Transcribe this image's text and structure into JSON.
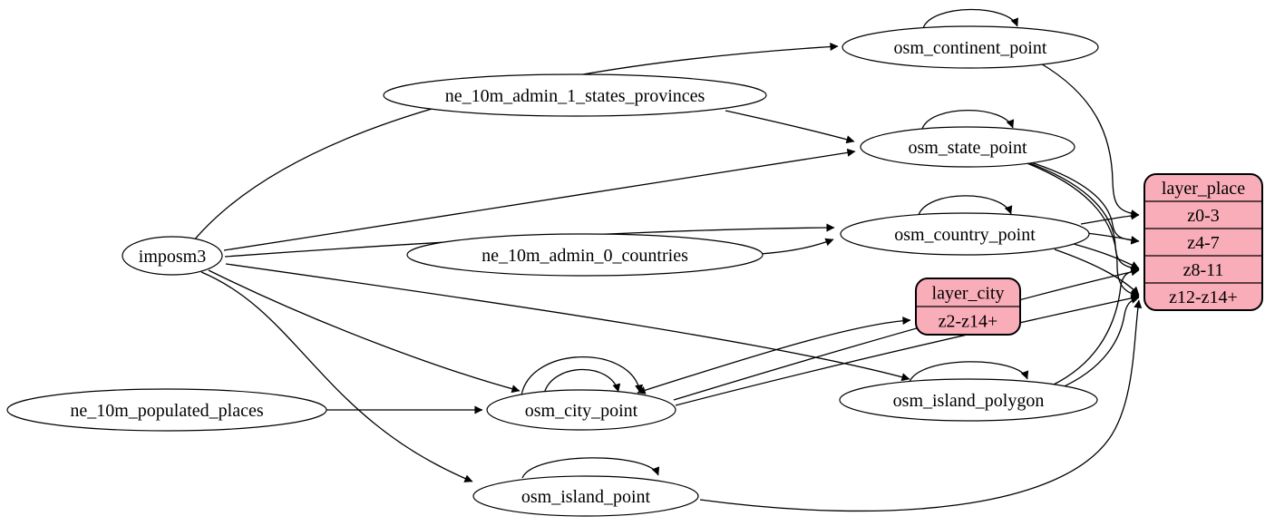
{
  "diagram": {
    "kind": "etl-graph",
    "background_color": "#ffffff",
    "table_node_fill": "#ffffff",
    "layer_node_fill": "#f9adb9",
    "edge_color": "#000000",
    "nodes": [
      {
        "id": "imposm3",
        "type": "ellipse",
        "label": "imposm3"
      },
      {
        "id": "ne_10m_admin_1_states_provinces",
        "type": "ellipse",
        "label": "ne_10m_admin_1_states_provinces"
      },
      {
        "id": "ne_10m_admin_0_countries",
        "type": "ellipse",
        "label": "ne_10m_admin_0_countries"
      },
      {
        "id": "ne_10m_populated_places",
        "type": "ellipse",
        "label": "ne_10m_populated_places"
      },
      {
        "id": "osm_continent_point",
        "type": "ellipse",
        "label": "osm_continent_point"
      },
      {
        "id": "osm_state_point",
        "type": "ellipse",
        "label": "osm_state_point"
      },
      {
        "id": "osm_country_point",
        "type": "ellipse",
        "label": "osm_country_point"
      },
      {
        "id": "osm_city_point",
        "type": "ellipse",
        "label": "osm_city_point"
      },
      {
        "id": "osm_island_polygon",
        "type": "ellipse",
        "label": "osm_island_polygon"
      },
      {
        "id": "osm_island_point",
        "type": "ellipse",
        "label": "osm_island_point"
      },
      {
        "id": "layer_city",
        "type": "record",
        "title": "layer_city",
        "rows": [
          "z2-z14+"
        ]
      },
      {
        "id": "layer_place",
        "type": "record",
        "title": "layer_place",
        "rows": [
          "z0-3",
          "z4-7",
          "z8-11",
          "z12-z14+"
        ]
      }
    ],
    "edges": [
      {
        "from": "imposm3",
        "to": "osm_continent_point"
      },
      {
        "from": "imposm3",
        "to": "osm_state_point"
      },
      {
        "from": "imposm3",
        "to": "osm_country_point"
      },
      {
        "from": "imposm3",
        "to": "osm_city_point"
      },
      {
        "from": "imposm3",
        "to": "osm_island_point"
      },
      {
        "from": "imposm3",
        "to": "osm_island_polygon"
      },
      {
        "from": "ne_10m_admin_1_states_provinces",
        "to": "osm_state_point"
      },
      {
        "from": "ne_10m_admin_0_countries",
        "to": "osm_country_point"
      },
      {
        "from": "ne_10m_populated_places",
        "to": "osm_city_point"
      },
      {
        "from": "osm_continent_point",
        "to": "osm_continent_point",
        "self_loop": true
      },
      {
        "from": "osm_state_point",
        "to": "osm_state_point",
        "self_loop": true
      },
      {
        "from": "osm_country_point",
        "to": "osm_country_point",
        "self_loop": true
      },
      {
        "from": "osm_city_point",
        "to": "osm_city_point",
        "self_loop": true
      },
      {
        "from": "osm_city_point",
        "to": "osm_city_point",
        "self_loop": true,
        "n": 2
      },
      {
        "from": "osm_island_point",
        "to": "osm_island_point",
        "self_loop": true
      },
      {
        "from": "osm_island_polygon",
        "to": "osm_island_polygon",
        "self_loop": true
      },
      {
        "from": "osm_city_point",
        "to": "layer_city",
        "row": "z2-z14+",
        "bidirectional": true
      },
      {
        "from": "osm_continent_point",
        "to": "layer_place",
        "row": "z0-3"
      },
      {
        "from": "osm_country_point",
        "to": "layer_place",
        "row": "z0-3"
      },
      {
        "from": "osm_country_point",
        "to": "layer_place",
        "row": "z4-7"
      },
      {
        "from": "osm_country_point",
        "to": "layer_place",
        "row": "z8-11"
      },
      {
        "from": "osm_country_point",
        "to": "layer_place",
        "row": "z12-z14+"
      },
      {
        "from": "osm_state_point",
        "to": "layer_place",
        "row": "z4-7"
      },
      {
        "from": "osm_state_point",
        "to": "layer_place",
        "row": "z8-11"
      },
      {
        "from": "osm_state_point",
        "to": "layer_place",
        "row": "z12-z14+"
      },
      {
        "from": "osm_city_point",
        "to": "layer_place",
        "row": "z8-11"
      },
      {
        "from": "osm_city_point",
        "to": "layer_place",
        "row": "z12-z14+"
      },
      {
        "from": "osm_island_polygon",
        "to": "layer_place",
        "row": "z8-11"
      },
      {
        "from": "osm_island_polygon",
        "to": "layer_place",
        "row": "z12-z14+"
      },
      {
        "from": "osm_island_point",
        "to": "layer_place",
        "row": "z12-z14+"
      }
    ]
  }
}
